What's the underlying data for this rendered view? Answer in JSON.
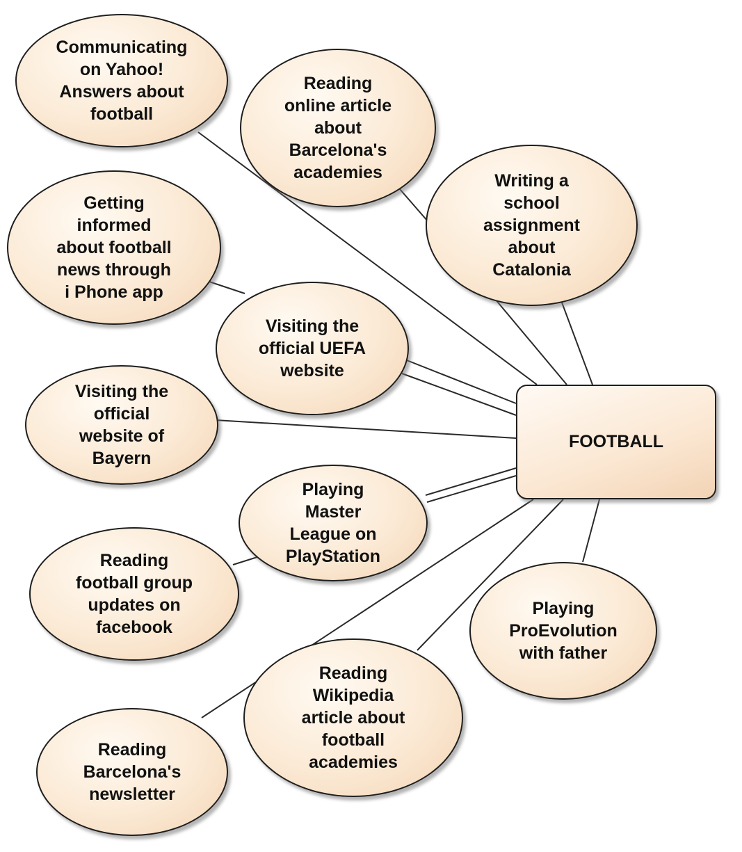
{
  "center": {
    "label": "FOOTBALL"
  },
  "nodes": [
    {
      "id": "yahoo",
      "label": "Communicating\non Yahoo!\nAnswers about\nfootball"
    },
    {
      "id": "barca-academies",
      "label": "Reading\nonline article\nabout\nBarcelona's\nacademies"
    },
    {
      "id": "school",
      "label": "Writing a\nschool\nassignment\nabout\nCatalonia"
    },
    {
      "id": "iphone",
      "label": "Getting\ninformed\nabout football\nnews through\ni Phone app"
    },
    {
      "id": "uefa",
      "label": "Visiting the\nofficial UEFA\nwebsite"
    },
    {
      "id": "bayern",
      "label": "Visiting the\nofficial\nwebsite of\nBayern"
    },
    {
      "id": "master-league",
      "label": "Playing\nMaster\nLeague on\nPlayStation"
    },
    {
      "id": "facebook",
      "label": "Reading\nfootball group\nupdates on\nfacebook"
    },
    {
      "id": "proevolution",
      "label": "Playing\nProEvolution\nwith father"
    },
    {
      "id": "wikipedia",
      "label": "Reading\nWikipedia\narticle about\nfootball\nacademies"
    },
    {
      "id": "newsletter",
      "label": "Reading\nBarcelona's\nnewsletter"
    }
  ]
}
